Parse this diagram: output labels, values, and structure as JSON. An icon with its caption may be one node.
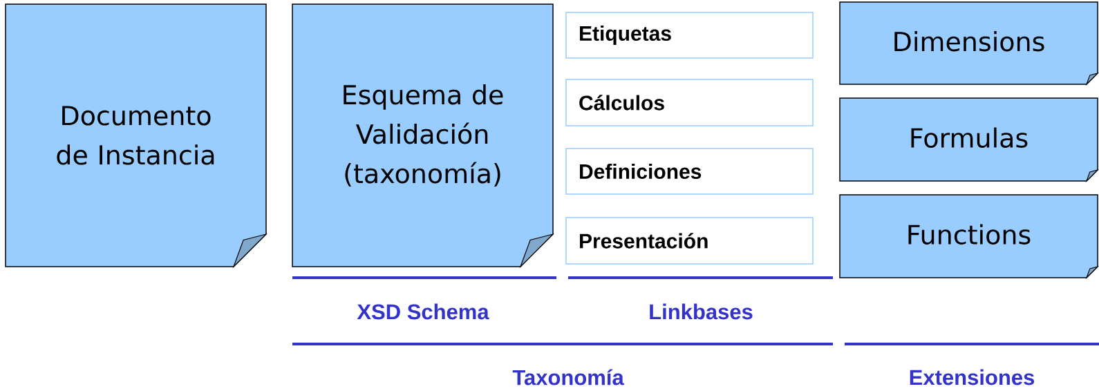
{
  "diagram": {
    "nodes": [
      {
        "text": [
          "Documento de Instancia"
        ]
      },
      {
        "text": [
          "Esquema de Validación (taxonomía)"
        ]
      },
      {
        "text": [
          "Etiquetas"
        ]
      },
      {
        "text": [
          "Cálculos"
        ]
      },
      {
        "text": [
          "Definiciones"
        ]
      },
      {
        "text": [
          "Presentación"
        ]
      },
      {
        "text": [
          "Dimensions"
        ]
      },
      {
        "text": [
          "Formulas"
        ]
      },
      {
        "text": [
          "Functions"
        ]
      }
    ],
    "labels": [
      "XSD Schema",
      "Linkbases",
      "Taxonomía",
      "Extensiones"
    ]
  }
}
